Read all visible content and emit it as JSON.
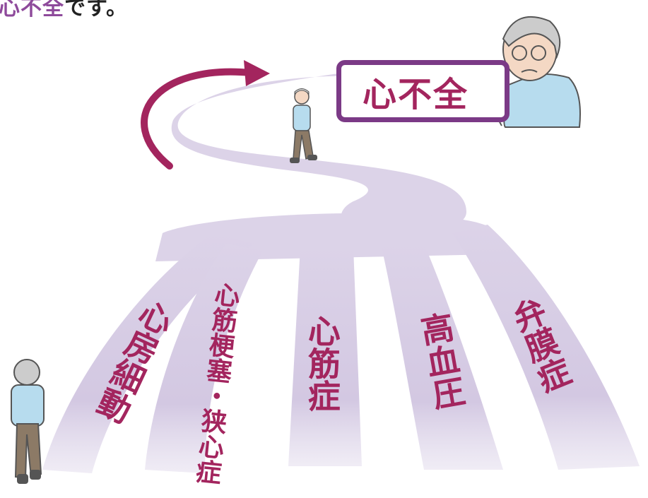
{
  "caption": {
    "highlight": "心不全",
    "rest": "です。"
  },
  "destination": {
    "label": "心不全"
  },
  "paths": [
    {
      "label": "心房細動"
    },
    {
      "label": "心筋梗塞・狭心症"
    },
    {
      "label": "心筋症"
    },
    {
      "label": "高血圧"
    },
    {
      "label": "弁膜症"
    }
  ],
  "colors": {
    "road": "#dcd3e8",
    "road_dark": "#c9bddc",
    "arrow": "#a3255e",
    "box_border": "#7b3a86",
    "label": "#a3255e",
    "shirt": "#b7dcee",
    "pants": "#8c7a66"
  }
}
